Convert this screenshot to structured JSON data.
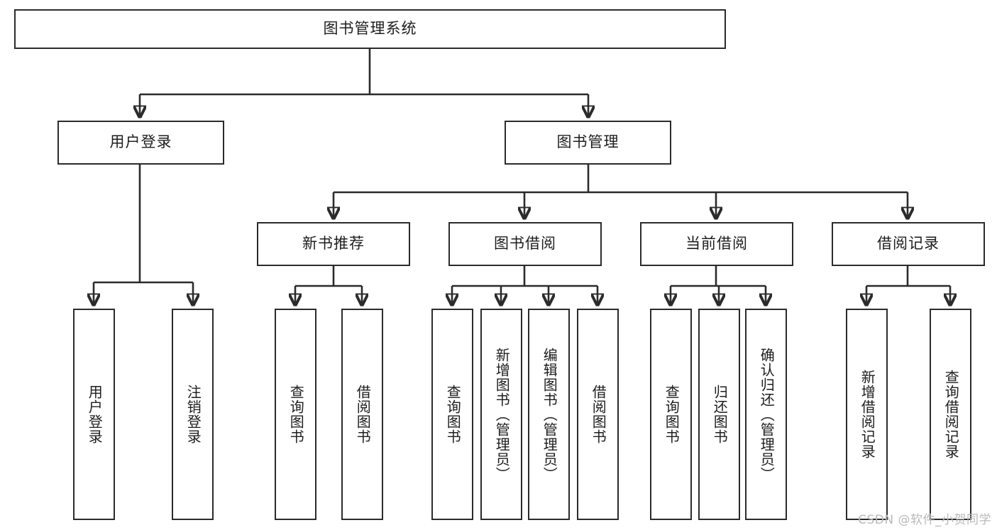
{
  "diagram": {
    "title": "图书管理系统",
    "type": "tree-hierarchy-chart",
    "root": {
      "label": "图书管理系统"
    },
    "level2": [
      {
        "label": "用户登录"
      },
      {
        "label": "图书管理"
      }
    ],
    "level3": [
      {
        "label": "新书推荐"
      },
      {
        "label": "图书借阅"
      },
      {
        "label": "当前借阅"
      },
      {
        "label": "借阅记录"
      }
    ],
    "leaves": {
      "user_login": [
        {
          "label": "用户登录"
        },
        {
          "label": "注销登录"
        }
      ],
      "new_book_recommend": [
        {
          "label": "查询图书"
        },
        {
          "label": "借阅图书"
        }
      ],
      "book_borrow": [
        {
          "label": "查询图书"
        },
        {
          "label": "新增图书（管理员）"
        },
        {
          "label": "编辑图书（管理员）"
        },
        {
          "label": "借阅图书"
        }
      ],
      "current_borrow": [
        {
          "label": "查询图书"
        },
        {
          "label": "归还图书"
        },
        {
          "label": "确认归还（管理员）"
        }
      ],
      "borrow_record": [
        {
          "label": "新增借阅记录"
        },
        {
          "label": "查询借阅记录"
        }
      ]
    },
    "watermark": "CSDN @软件_小贺同学",
    "colors": {
      "stroke": "#2b2b2b",
      "text": "#1d1d1d",
      "background": "#ffffff",
      "watermark": "#b9b9b9"
    }
  }
}
